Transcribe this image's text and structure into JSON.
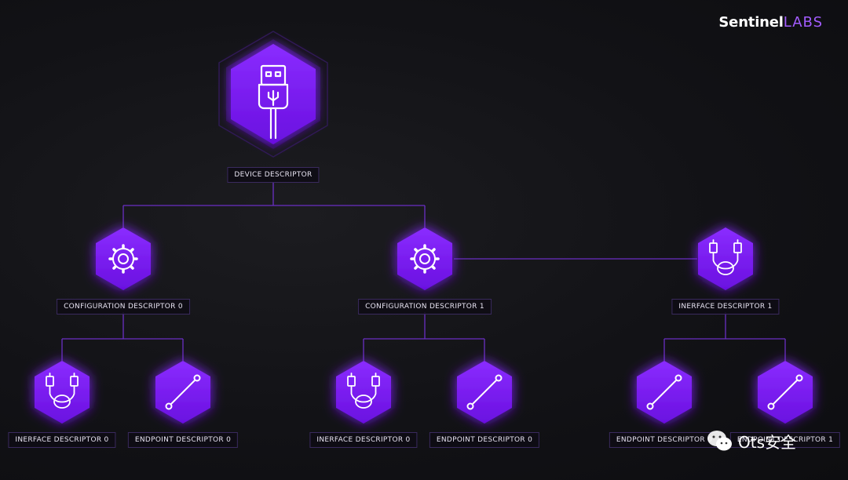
{
  "brand": {
    "name": "Sentinel",
    "suffix": "LABS"
  },
  "nodes": {
    "device": {
      "label": "DEVICE DESCRIPTOR",
      "icon": "usb-plug-icon"
    },
    "config0": {
      "label": "CONFIGURATION DESCRIPTOR 0",
      "icon": "gear-icon"
    },
    "config1": {
      "label": "CONFIGURATION DESCRIPTOR 1",
      "icon": "gear-icon"
    },
    "iface1_right": {
      "label": "INERFACE DESCRIPTOR 1",
      "icon": "usb-cable-icon"
    },
    "c0_iface0": {
      "label": "INERFACE DESCRIPTOR 0",
      "icon": "usb-cable-icon"
    },
    "c0_ep0": {
      "label": "ENDPOINT DESCRIPTOR 0",
      "icon": "endpoint-link-icon"
    },
    "c1_iface0": {
      "label": "INERFACE DESCRIPTOR 0",
      "icon": "usb-cable-icon"
    },
    "c1_ep0": {
      "label": "ENDPOINT DESCRIPTOR 0",
      "icon": "endpoint-link-icon"
    },
    "i1_ep0": {
      "label": "ENDPOINT DESCRIPTOR 0",
      "icon": "endpoint-link-icon"
    },
    "i1_ep1": {
      "label": "ENDPOINT DESCRIPTOR 1",
      "icon": "endpoint-link-icon"
    }
  },
  "colors": {
    "accent": "#7a1cf5",
    "line": "#6a2fc4",
    "background": "#121216"
  },
  "watermark": {
    "text": "Ots安全",
    "icon": "wechat-icon"
  }
}
